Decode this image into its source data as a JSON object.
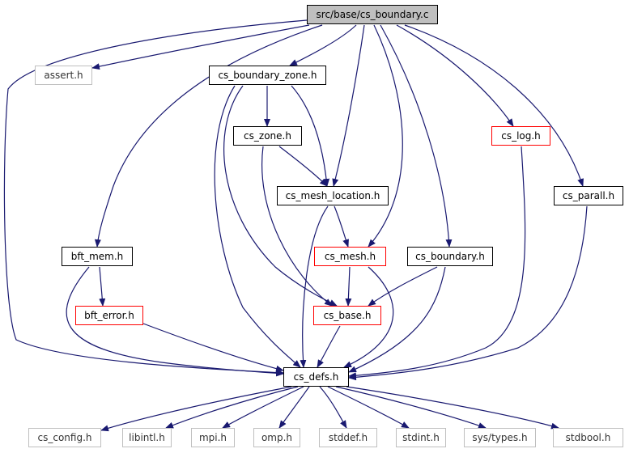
{
  "graph": {
    "title": "src/base/cs_boundary.c",
    "colors": {
      "edge": "#191970",
      "root_fill": "#bfbfbf",
      "external_border": "#bfbfbf",
      "truncated_border": "#ff0000"
    },
    "nodes": {
      "root": "src/base/cs_boundary.c",
      "assert": "assert.h",
      "cs_boundary_zone": "cs_boundary_zone.h",
      "cs_zone": "cs_zone.h",
      "cs_mesh_location": "cs_mesh_location.h",
      "cs_log": "cs_log.h",
      "cs_parall": "cs_parall.h",
      "bft_mem": "bft_mem.h",
      "bft_error": "bft_error.h",
      "cs_mesh": "cs_mesh.h",
      "cs_boundary": "cs_boundary.h",
      "cs_base": "cs_base.h",
      "cs_defs": "cs_defs.h",
      "cs_config": "cs_config.h",
      "libintl": "libintl.h",
      "mpi": "mpi.h",
      "omp": "omp.h",
      "stddef": "stddef.h",
      "stdint": "stdint.h",
      "sys_types": "sys/types.h",
      "stdbool": "stdbool.h"
    }
  }
}
